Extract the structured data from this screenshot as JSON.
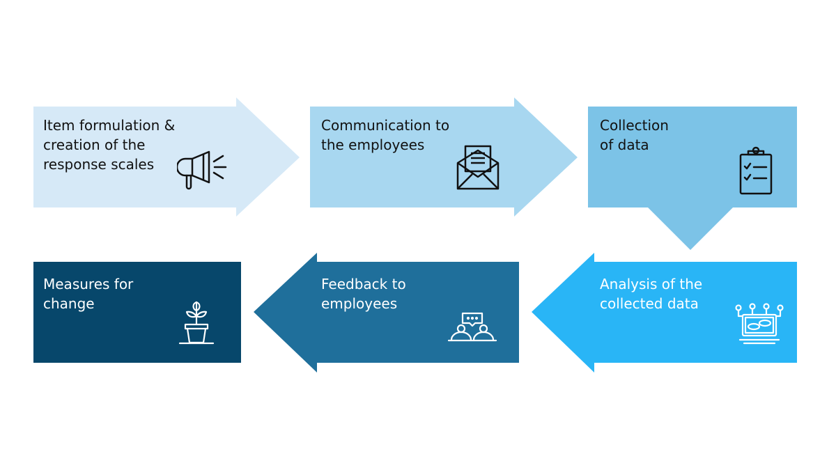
{
  "diagram": {
    "steps": [
      {
        "label": "Item formulation &\ncreation of the\nresponse scales",
        "icon": "megaphone-icon",
        "fill": "#d6e9f7",
        "direction": "right"
      },
      {
        "label": "Communication to\nthe employees",
        "icon": "envelope-letter-icon",
        "fill": "#a8d7f0",
        "direction": "right"
      },
      {
        "label": "Collection\nof data",
        "icon": "clipboard-checklist-icon",
        "fill": "#7cc3e7",
        "direction": "down"
      },
      {
        "label": "Analysis of the\ncollected data",
        "icon": "data-analysis-icon",
        "fill": "#29b5f6",
        "direction": "left"
      },
      {
        "label": "Feedback to\nemployees",
        "icon": "people-chat-icon",
        "fill": "#1f6f9b",
        "direction": "left"
      },
      {
        "label": "Measures for\nchange",
        "icon": "plant-pot-icon",
        "fill": "#07476b",
        "direction": "none"
      }
    ]
  }
}
